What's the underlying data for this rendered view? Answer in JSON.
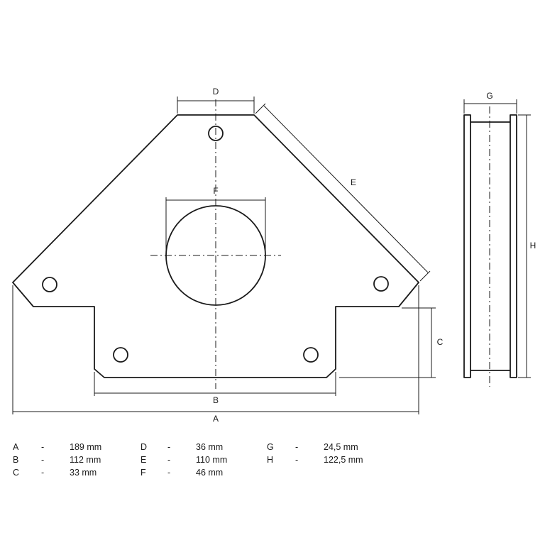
{
  "labels": {
    "A": "A",
    "B": "B",
    "C": "C",
    "D": "D",
    "E": "E",
    "F": "F",
    "G": "G",
    "H": "H"
  },
  "legend": [
    {
      "letter": "A",
      "dash": "-",
      "value": "189 mm"
    },
    {
      "letter": "D",
      "dash": "-",
      "value": "36 mm"
    },
    {
      "letter": "G",
      "dash": "-",
      "value": "24,5 mm"
    },
    {
      "letter": "B",
      "dash": "-",
      "value": "112 mm"
    },
    {
      "letter": "E",
      "dash": "-",
      "value": "110 mm"
    },
    {
      "letter": "H",
      "dash": "-",
      "value": "122,5 mm"
    },
    {
      "letter": "C",
      "dash": "-",
      "value": "33 mm"
    },
    {
      "letter": "F",
      "dash": "-",
      "value": "46 mm"
    }
  ]
}
